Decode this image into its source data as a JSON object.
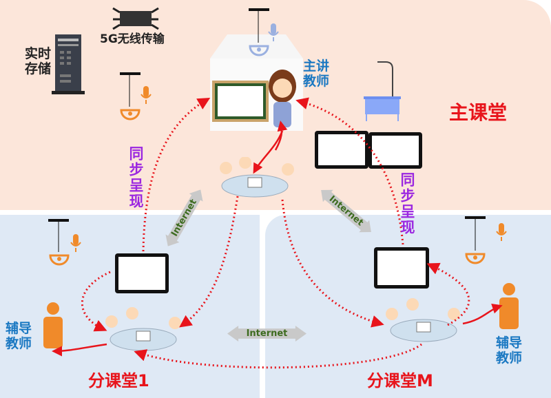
{
  "labels": {
    "wireless": "5G无线传输",
    "storage": "实时存储",
    "lead_teacher": "主讲教师",
    "main_classroom": "主课堂",
    "sync_left": "同步呈现",
    "sync_right": "同步呈现",
    "internet_left": "Internet",
    "internet_right": "Internet",
    "internet_center": "Internet",
    "tutor_left": "辅导教师",
    "tutor_right": "辅导教师",
    "branch_1": "分课堂1",
    "branch_m": "分课堂M"
  },
  "colors": {
    "main_bg": "#fce6da",
    "branch_bg": "#dfe9f5",
    "red": "#e8141b",
    "blue": "#1a78c2",
    "purple": "#9b27e0",
    "orange": "#f08a2a"
  }
}
